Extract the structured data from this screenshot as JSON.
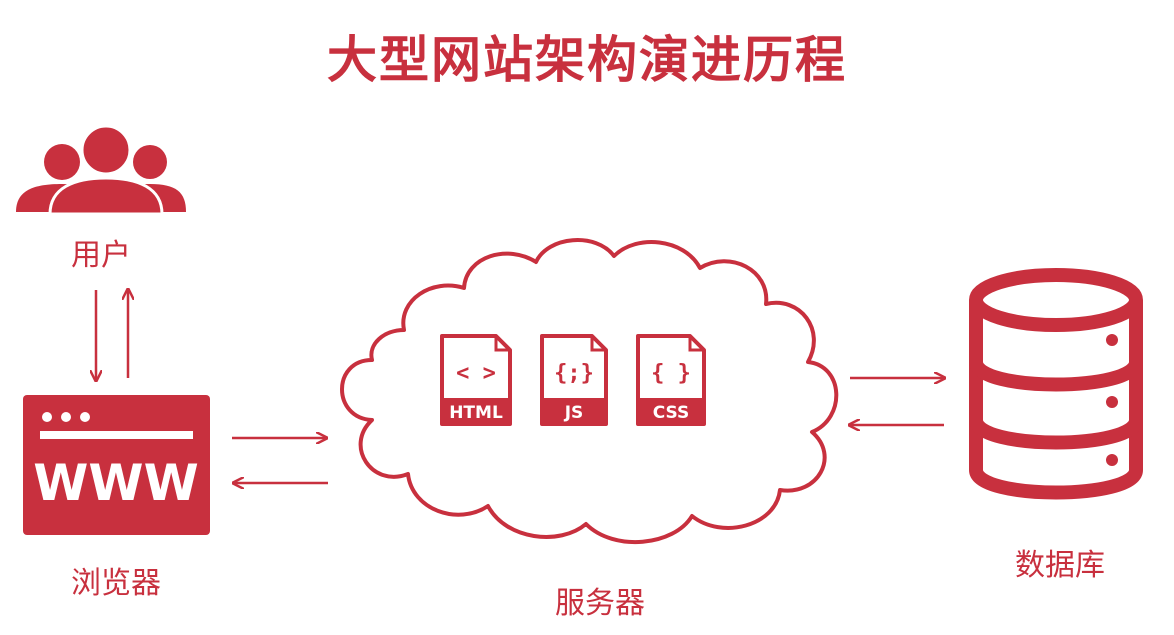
{
  "title": "大型网站架构演进历程",
  "nodes": {
    "users": {
      "label": "用户",
      "icon": "users-icon"
    },
    "browser": {
      "label": "浏览器",
      "icon": "browser-window-icon",
      "window_text": "WWW"
    },
    "server": {
      "label": "服务器",
      "icon": "cloud-icon",
      "files": [
        {
          "glyph": "< >",
          "tag": "HTML"
        },
        {
          "glyph": "{;}",
          "tag": "JS"
        },
        {
          "glyph": "{ }",
          "tag": "CSS"
        }
      ]
    },
    "database": {
      "label": "数据库",
      "icon": "database-icon"
    }
  },
  "colors": {
    "accent": "#c8303e",
    "background": "#ffffff"
  }
}
